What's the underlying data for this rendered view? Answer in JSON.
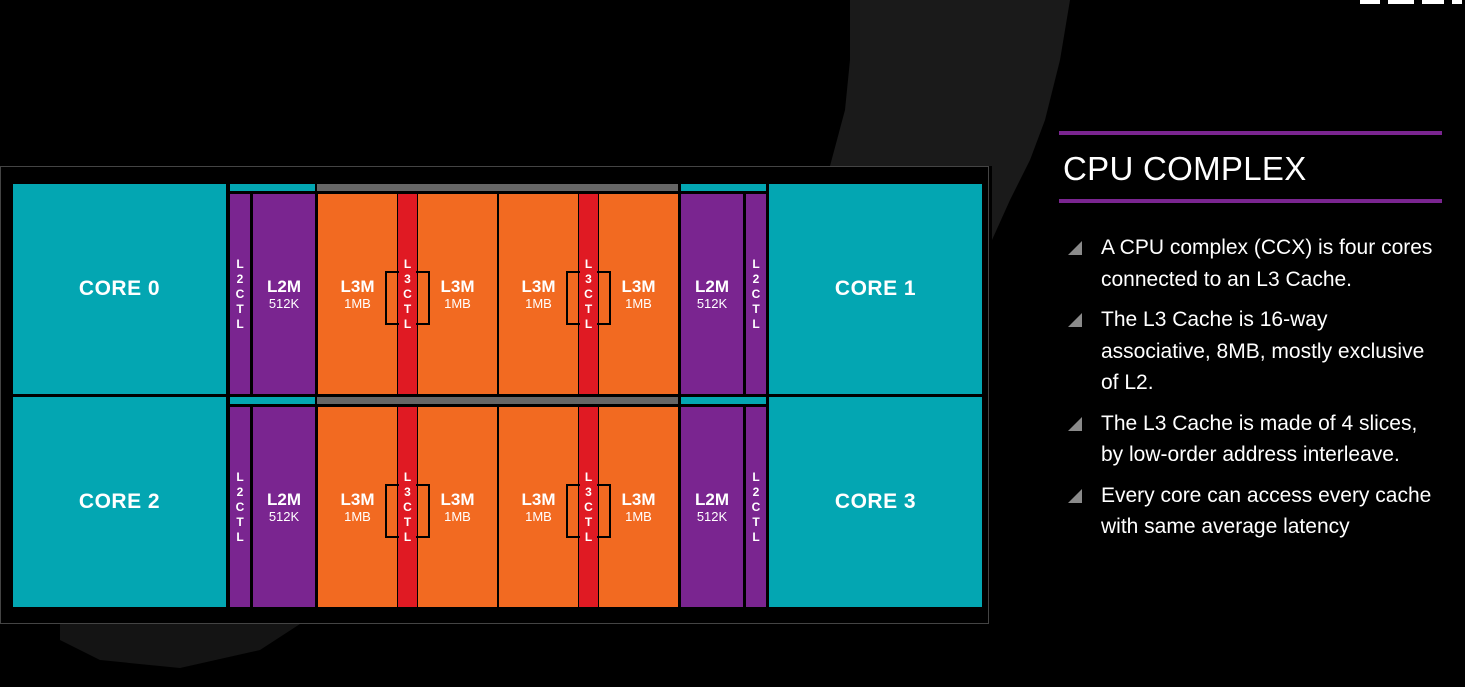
{
  "panel": {
    "title": "CPU COMPLEX",
    "bullets": [
      "A CPU complex (CCX) is four cores connected to an L3 Cache.",
      "The L3 Cache is 16-way associative, 8MB, mostly exclusive of L2.",
      "The L3 Cache is made of 4 slices, by low-order address interleave.",
      "Every core can access every cache with same average latency"
    ]
  },
  "diagram": {
    "cores": [
      "CORE 0",
      "CORE 1",
      "CORE 2",
      "CORE 3"
    ],
    "l2m": {
      "name": "L2M",
      "size": "512K"
    },
    "l3m": {
      "name": "L3M",
      "size": "1MB"
    },
    "l2ctl_letters": [
      "L",
      "2",
      "C",
      "T",
      "L"
    ],
    "l3ctl_letters": [
      "L",
      "3",
      "C",
      "T",
      "L"
    ]
  },
  "colors": {
    "core": "#03a6b2",
    "l2": "#7a2590",
    "l3": "#f26a21",
    "l3ctl": "#e01a23",
    "accent_rule": "#7a2590",
    "background": "#000000"
  }
}
